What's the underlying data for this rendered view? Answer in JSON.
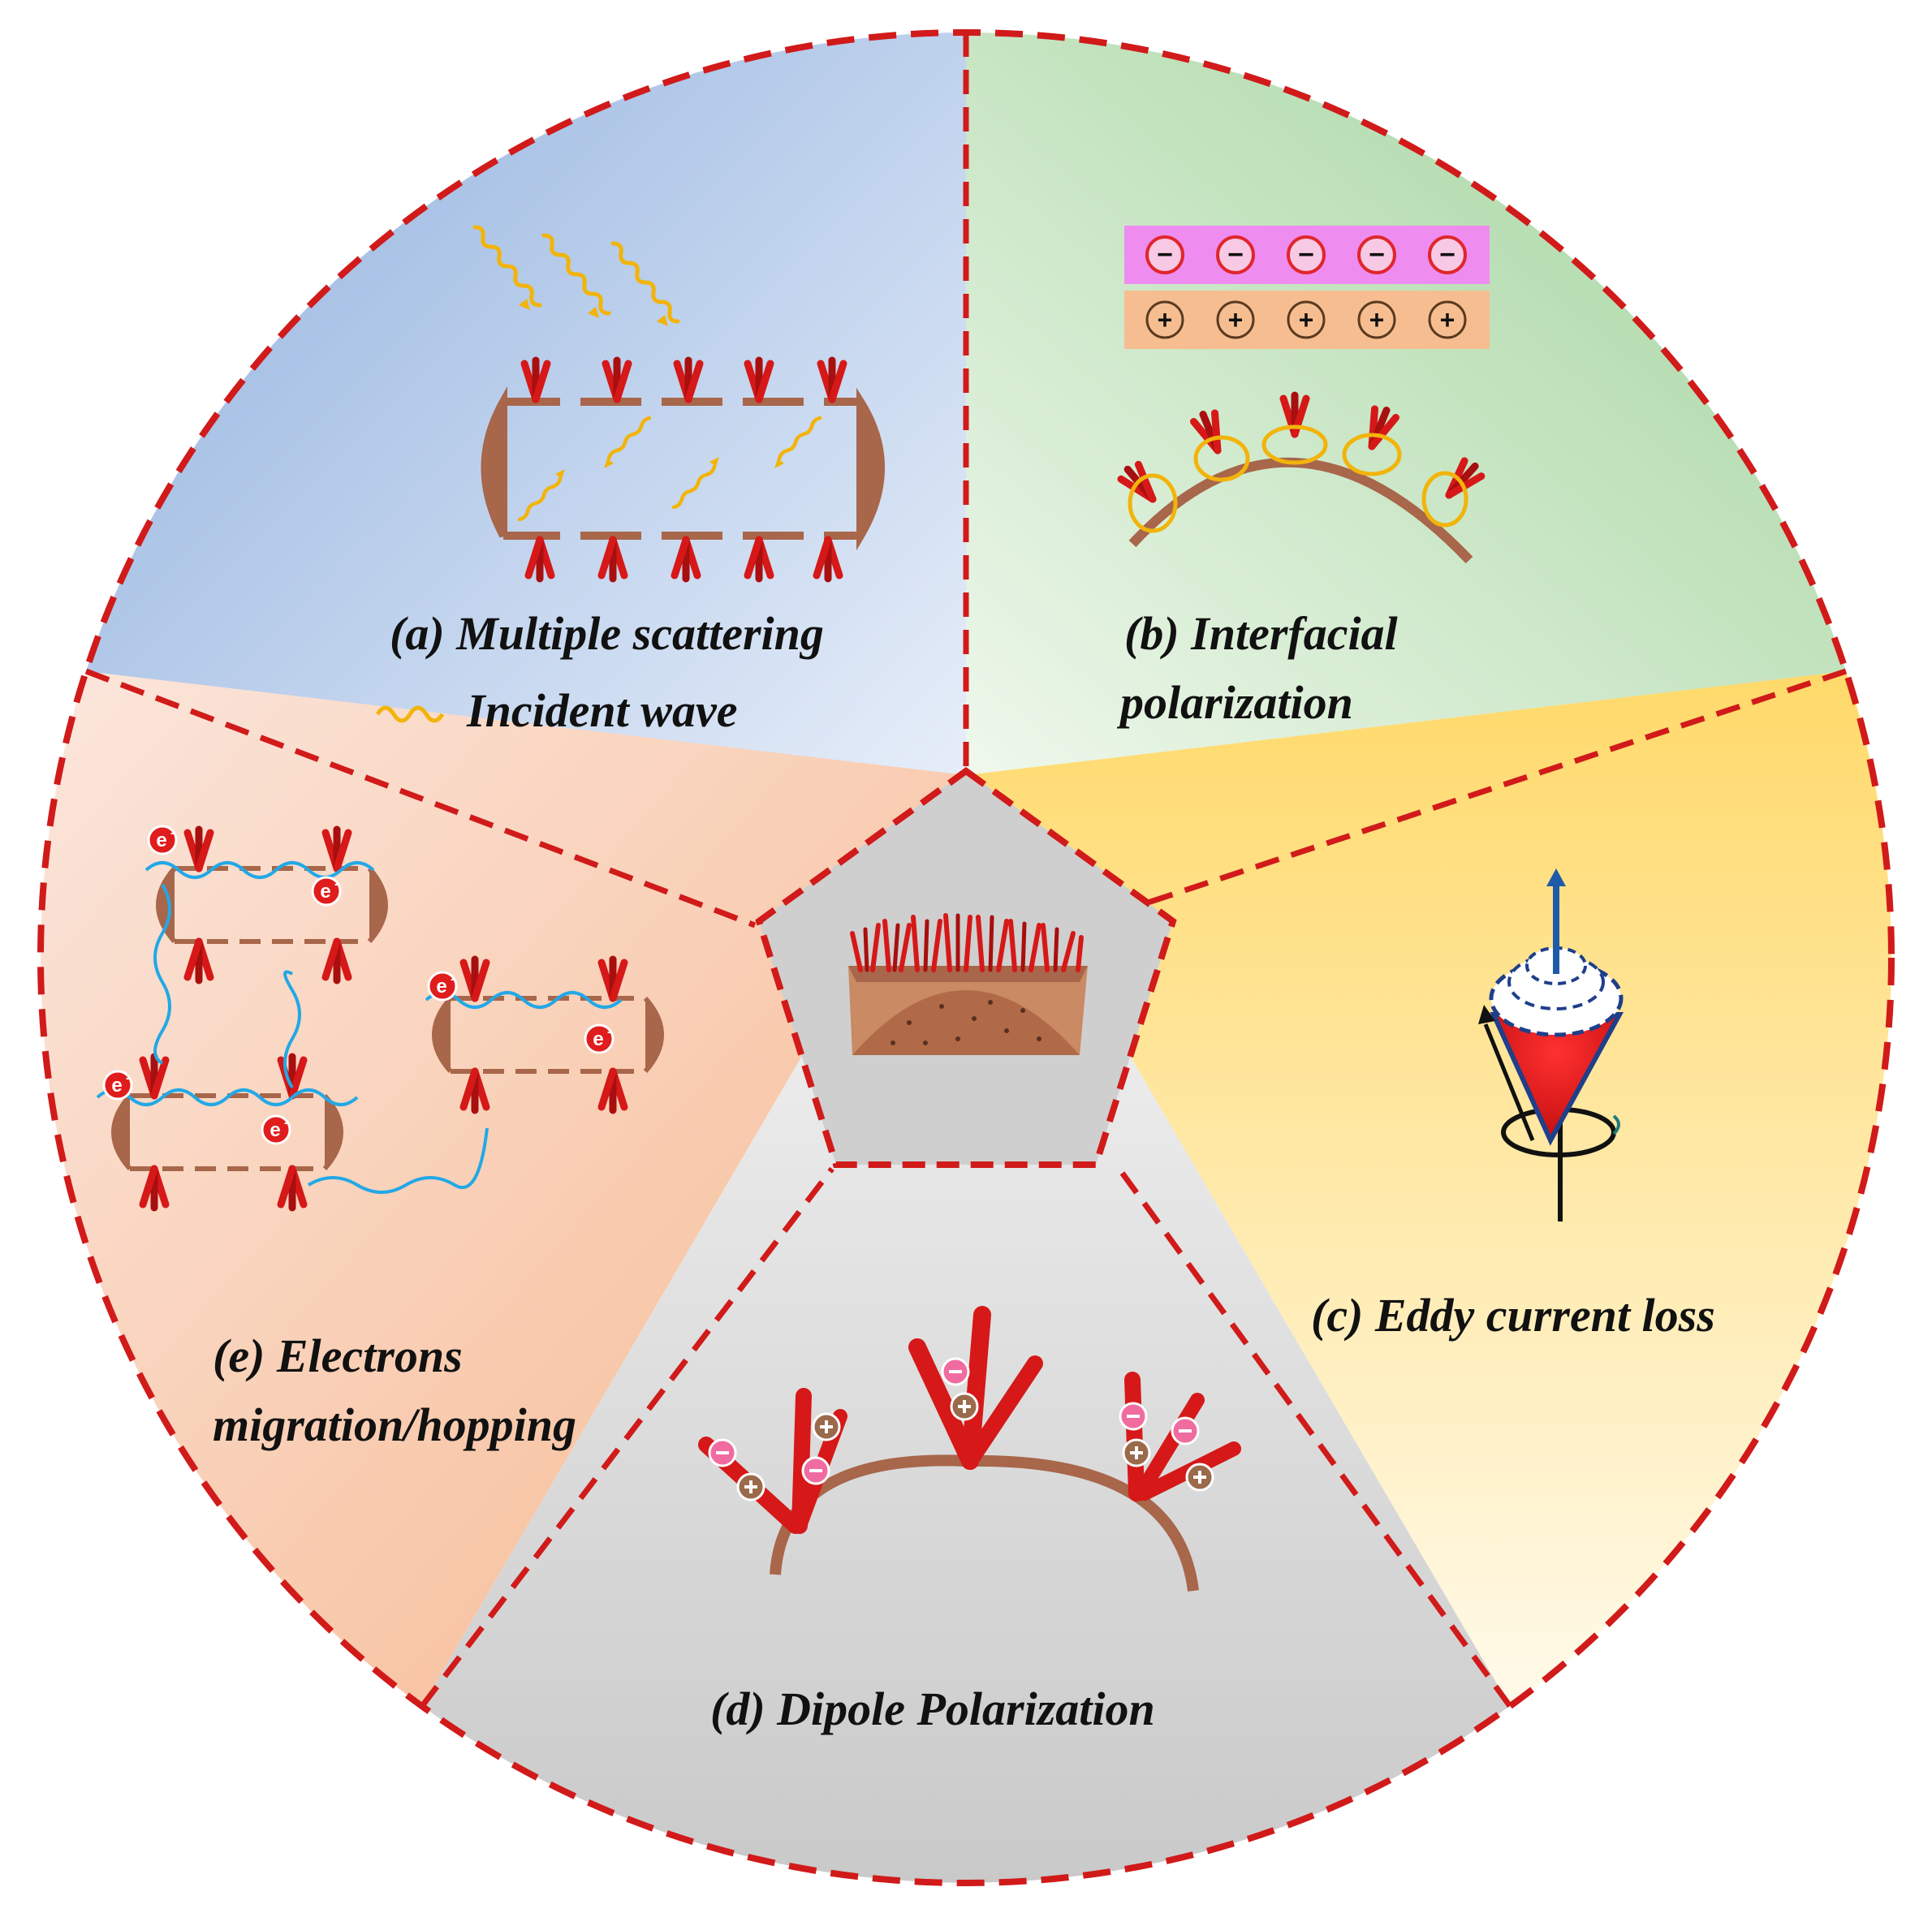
{
  "colors": {
    "border": "#d11a1a",
    "brown": "#a8664a",
    "red": "#d61818",
    "wave": "#f2b40a",
    "electron_path": "#23a8e6",
    "panel_a": [
      "#8fb0de",
      "#eef3fb"
    ],
    "panel_b": [
      "#9fd29a",
      "#eff8ec"
    ],
    "panel_c": [
      "#ffd96a",
      "#fffaea"
    ],
    "panel_d": [
      "#f7f7f7",
      "#c9c9c9"
    ],
    "panel_e": [
      "#fbe6dc",
      "#f7b88f"
    ],
    "center": "#cfcfcf"
  },
  "panels": {
    "a": {
      "label": "(a) Multiple scattering",
      "legend": "Incident wave"
    },
    "b": {
      "label_line1": "(b) Interfacial",
      "label_line2": "polarization",
      "neg_symbol": "−",
      "pos_symbol": "+"
    },
    "c": {
      "label": "(c) Eddy current loss"
    },
    "d": {
      "label": "(d) Dipole Polarization"
    },
    "e": {
      "label_line1": "(e) Electrons",
      "label_line2": "migration/hopping",
      "electron_symbol": "e"
    }
  },
  "icons": [
    "wave-icon",
    "nanorod-icon",
    "cone-icon",
    "electron-icon"
  ]
}
